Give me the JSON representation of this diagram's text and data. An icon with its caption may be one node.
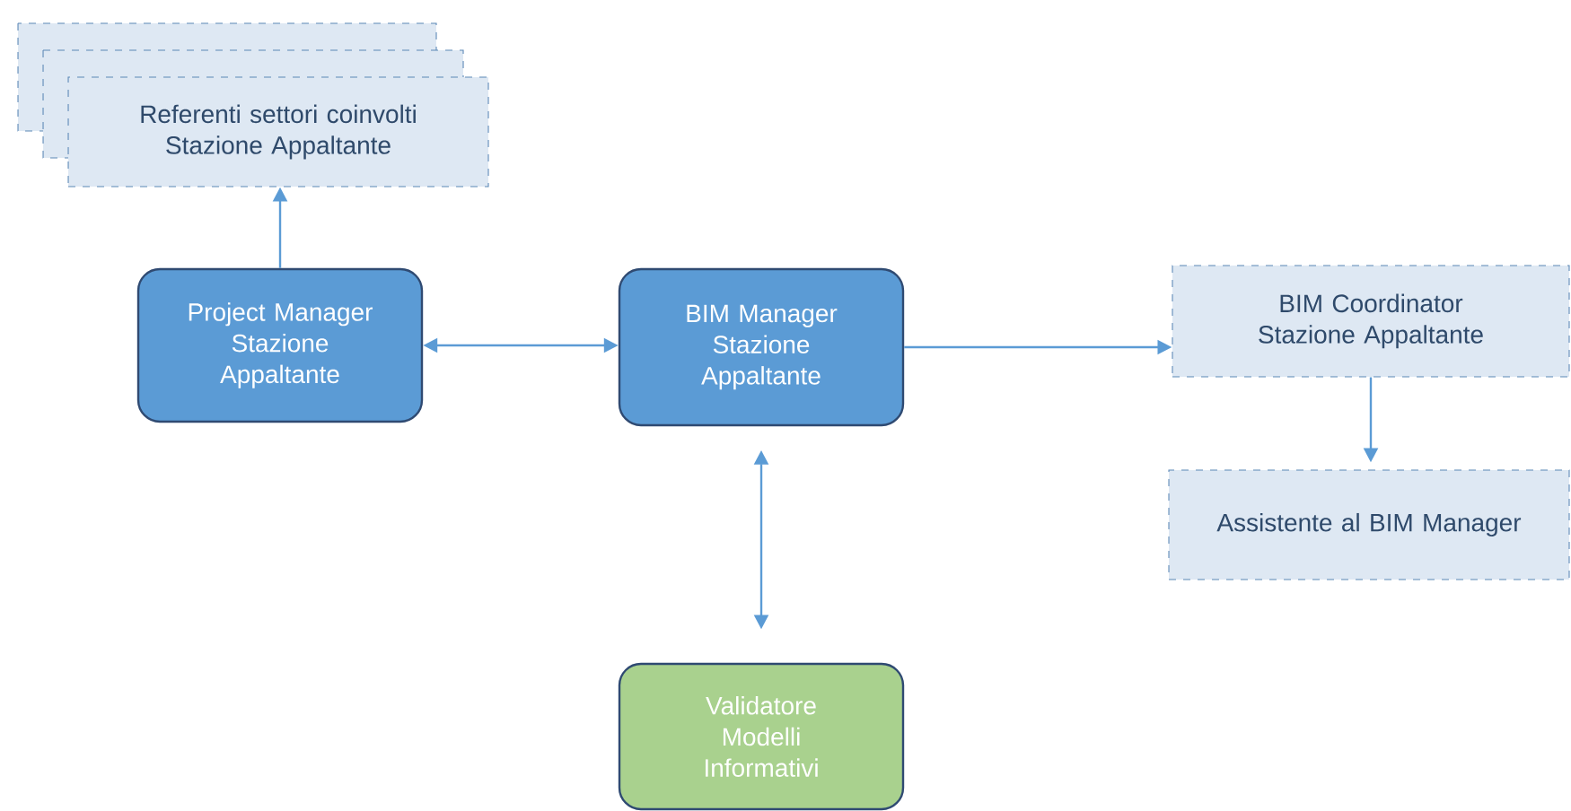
{
  "diagram": {
    "nodes": [
      {
        "text": [
          "Referenti settori coinvolti Stazione Appaltante"
        ]
      },
      {
        "text": [
          "Project Manager Stazione Appaltante"
        ]
      },
      {
        "text": [
          "BIM Manager Stazione Appaltante"
        ]
      },
      {
        "text": [
          "BIM Coordinator Stazione Appaltante"
        ]
      },
      {
        "text": [
          "Assistente al BIM Manager"
        ]
      },
      {
        "text": [
          "Validatore Modelli Informativi"
        ]
      }
    ],
    "edges": [
      {
        "from": 1,
        "to": 0,
        "arrow": "to"
      },
      {
        "from": 1,
        "to": 2,
        "arrow": "both"
      },
      {
        "from": 2,
        "to": 3,
        "arrow": "to"
      },
      {
        "from": 3,
        "to": 4,
        "arrow": "to"
      },
      {
        "from": 2,
        "to": 5,
        "arrow": "both"
      }
    ]
  }
}
